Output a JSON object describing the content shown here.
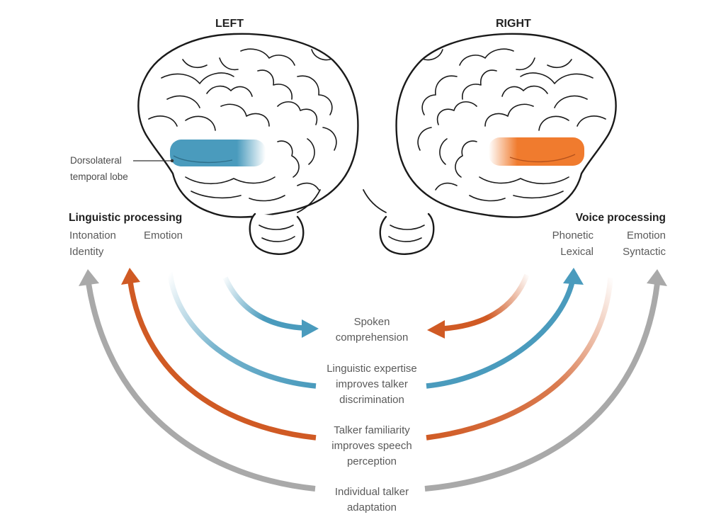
{
  "hemispheres": {
    "left": "LEFT",
    "right": "RIGHT"
  },
  "callout": {
    "line1": "Dorsolateral",
    "line2": "temporal lobe"
  },
  "left_panel": {
    "title": "Linguistic processing",
    "items": [
      "Intonation",
      "Emotion",
      "Identity"
    ]
  },
  "right_panel": {
    "title": "Voice processing",
    "items": [
      "Phonetic",
      "Emotion",
      "Lexical",
      "Syntactic"
    ]
  },
  "flows": [
    {
      "lines": [
        "Spoken",
        "comprehension"
      ]
    },
    {
      "lines": [
        "Linguistic expertise",
        "improves talker",
        "discrimination"
      ]
    },
    {
      "lines": [
        "Talker familiarity",
        "improves speech",
        "perception"
      ]
    },
    {
      "lines": [
        "Individual talker",
        "adaptation"
      ]
    }
  ],
  "colors": {
    "blue": "#4a9bbd",
    "orange": "#d05a24",
    "orange_region": "#f07b2e",
    "gray": "#a9a9a9",
    "brain_outline": "#1a1a1a"
  }
}
